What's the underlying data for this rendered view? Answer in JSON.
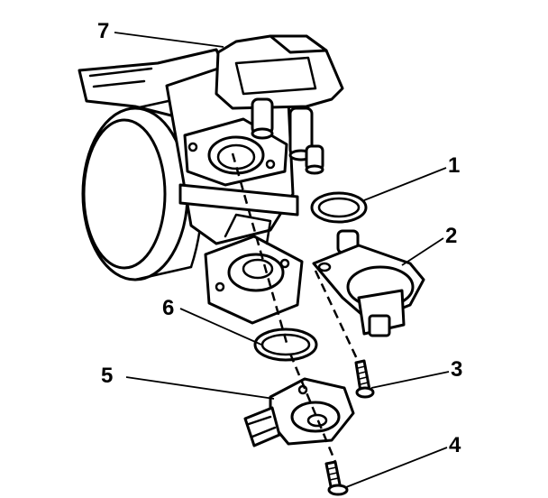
{
  "callouts": {
    "c1": "1",
    "c2": "2",
    "c3": "3",
    "c4": "4",
    "c5": "5",
    "c6": "6",
    "c7": "7"
  },
  "parts": [
    "throttle-body",
    "o-ring-upper",
    "idle-air-control-valve",
    "screw-3",
    "screw-4",
    "throttle-position-sensor",
    "o-ring-lower",
    "coolant-housing"
  ]
}
